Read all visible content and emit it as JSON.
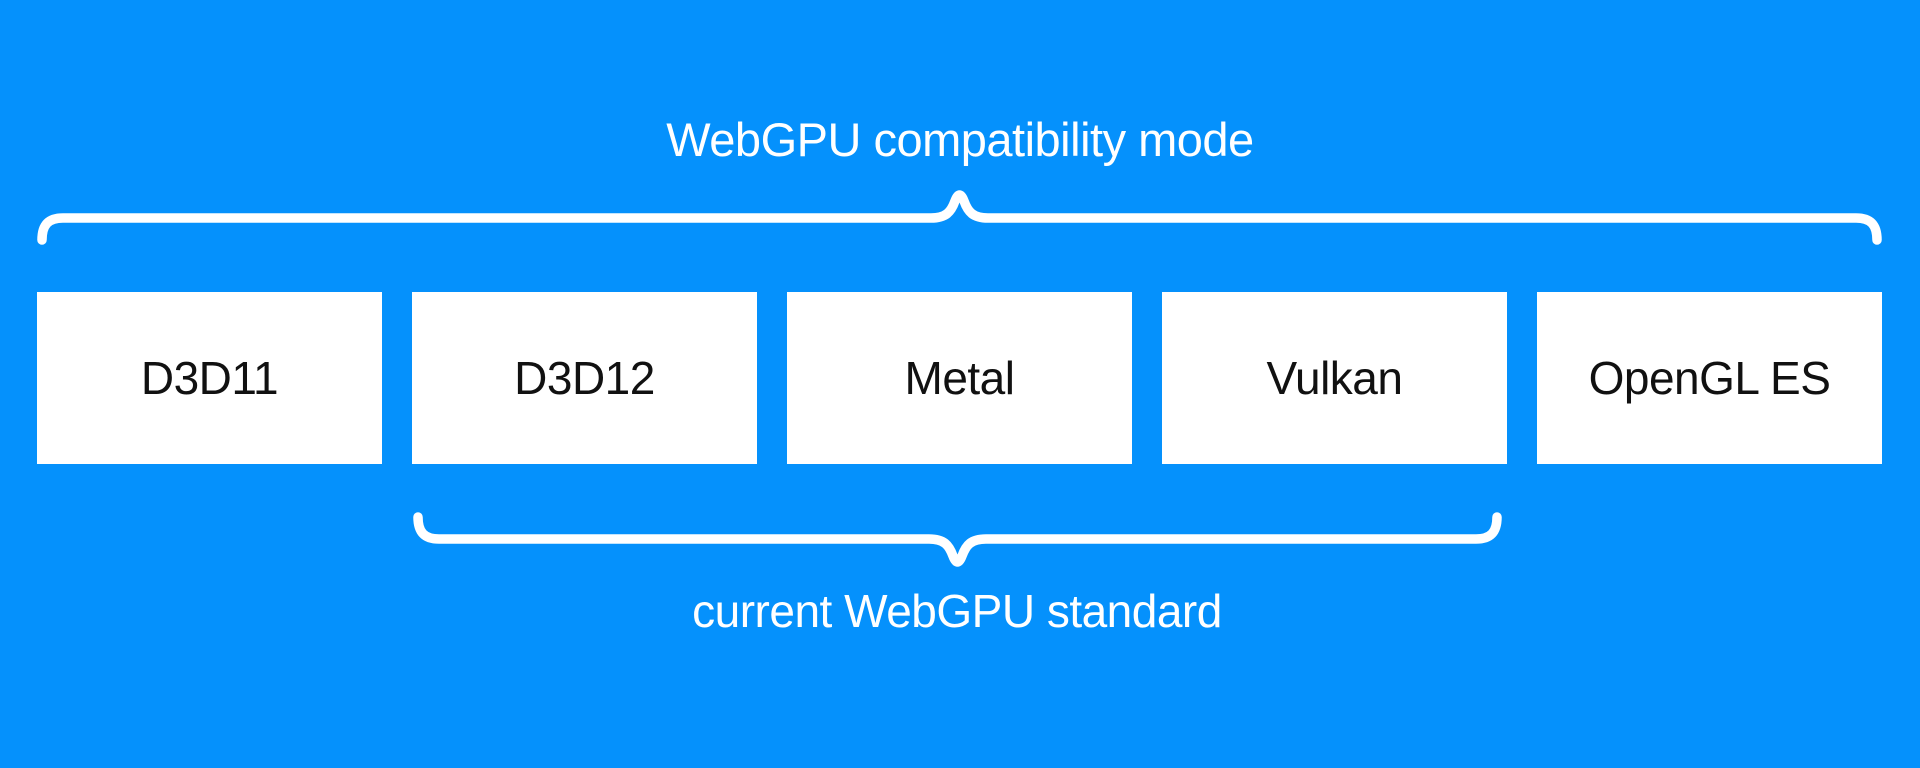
{
  "diagram": {
    "title": "WebGPU compatibility mode",
    "caption": "current WebGPU standard",
    "boxes": [
      {
        "label": "D3D11"
      },
      {
        "label": "D3D12"
      },
      {
        "label": "Metal"
      },
      {
        "label": "Vulkan"
      },
      {
        "label": "OpenGL ES"
      }
    ]
  },
  "colors": {
    "background": "#0591fc",
    "box_fill": "#ffffff",
    "box_text": "#111111",
    "accent_text": "#ffffff",
    "brace_stroke": "#ffffff"
  }
}
